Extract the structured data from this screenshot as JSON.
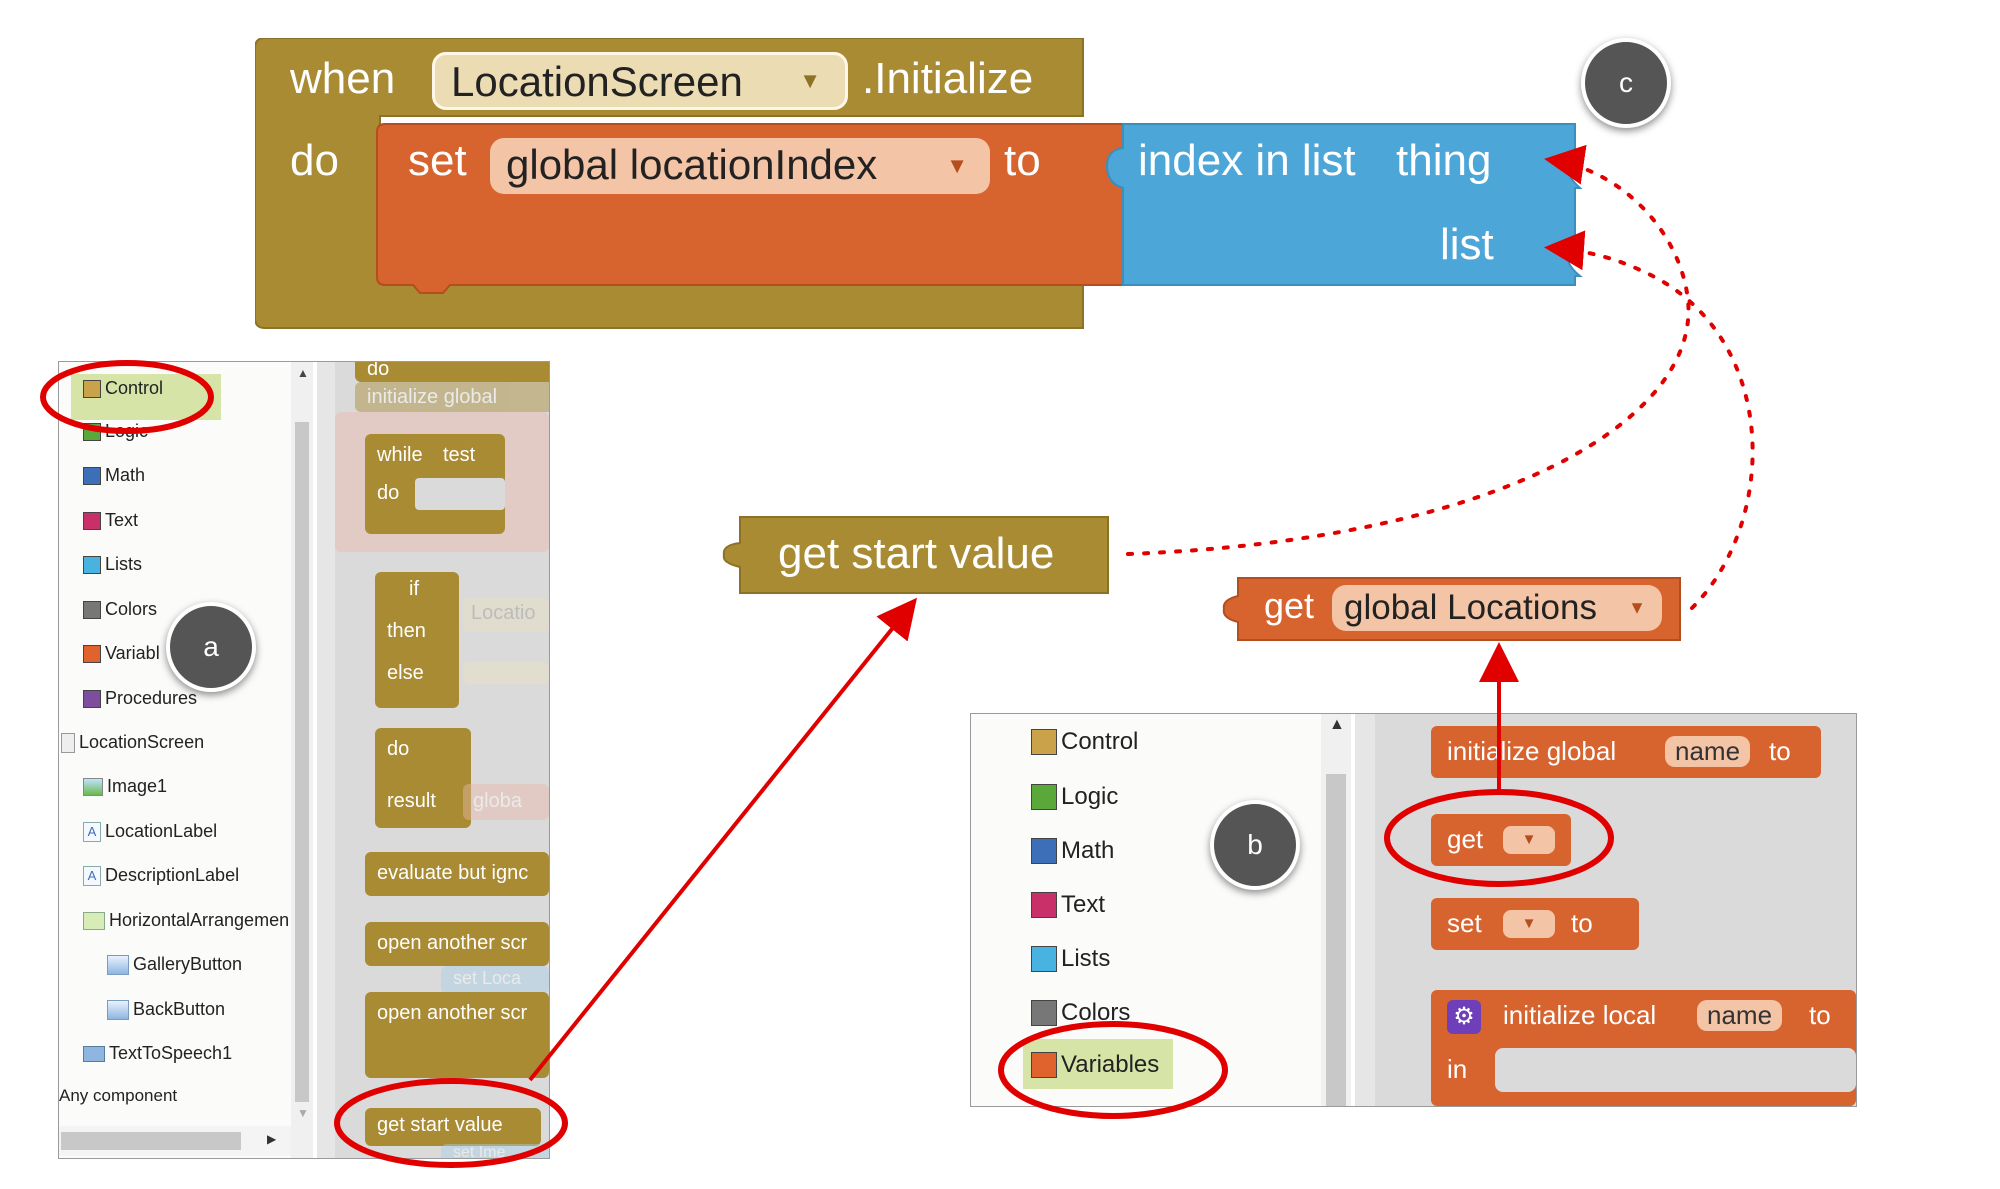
{
  "colors": {
    "control": "#a98b34",
    "control_dark": "#8c7226",
    "variable": "#d7632e",
    "list_blue": "#4da6d8",
    "annotation_red": "#e00000",
    "badge_gray": "#555555",
    "panel_gray": "#e0e0e0"
  },
  "main_block": {
    "when": "when",
    "screen": "LocationScreen",
    "event": ".Initialize",
    "do": "do",
    "set": "set",
    "variable": "global locationIndex",
    "to": "to",
    "index_label": "index in list",
    "thing_label": "thing",
    "list_label": "list"
  },
  "floating": {
    "get_start_value": "get start value",
    "get_label": "get",
    "locations_var": "global Locations"
  },
  "badges": {
    "a": "a",
    "b": "b",
    "c": "c"
  },
  "panel_a": {
    "categories": [
      {
        "label": "Control",
        "color": "#c9a24a"
      },
      {
        "label": "Logic",
        "color": "#5aa83a"
      },
      {
        "label": "Math",
        "color": "#3c6fb8"
      },
      {
        "label": "Text",
        "color": "#c9306a"
      },
      {
        "label": "Lists",
        "color": "#48b3e0"
      },
      {
        "label": "Colors",
        "color": "#777777"
      },
      {
        "label": "Variabl",
        "color": "#e0622c"
      },
      {
        "label": "Procedures",
        "color": "#7d4e9e"
      }
    ],
    "components": [
      {
        "label": "LocationScreen",
        "icon": "screen-icon"
      },
      {
        "label": "Image1",
        "icon": "image-icon"
      },
      {
        "label": "LocationLabel",
        "icon": "label-icon"
      },
      {
        "label": "DescriptionLabel",
        "icon": "label-icon"
      },
      {
        "label": "HorizontalArrangemen",
        "icon": "arrangement-icon"
      },
      {
        "label": "GalleryButton",
        "icon": "button-icon"
      },
      {
        "label": "BackButton",
        "icon": "button-icon"
      },
      {
        "label": "TextToSpeech1",
        "icon": "speech-icon"
      }
    ],
    "any_component": "Any component",
    "blocks": {
      "do_top": "do",
      "initialize_global": "initialize global",
      "while": "while",
      "test": "test",
      "do": "do",
      "if": "if",
      "then": "then",
      "else": "else",
      "locatio": "Locatio",
      "do2": "do",
      "result": "result",
      "globa": "globa",
      "evaluate": "evaluate but ignc",
      "open1": "open another scr",
      "set_locat": "set",
      "locat": "Loca",
      "open2": "open another scr",
      "get_start_value": "get start value",
      "set_bottom": "set",
      "ime": "Ime"
    }
  },
  "panel_b": {
    "categories": [
      {
        "label": "Control",
        "color": "#c9a24a"
      },
      {
        "label": "Logic",
        "color": "#5aa83a"
      },
      {
        "label": "Math",
        "color": "#3c6fb8"
      },
      {
        "label": "Text",
        "color": "#c9306a"
      },
      {
        "label": "Lists",
        "color": "#48b3e0"
      },
      {
        "label": "Colors",
        "color": "#777777"
      },
      {
        "label": "Variables",
        "color": "#e0622c"
      }
    ],
    "blocks": {
      "initialize_global": "initialize global",
      "name": "name",
      "to": "to",
      "get": "get",
      "set": "set",
      "set_to": "to",
      "initialize_local": "initialize local",
      "local_name": "name",
      "local_to": "to",
      "in": "in"
    }
  }
}
